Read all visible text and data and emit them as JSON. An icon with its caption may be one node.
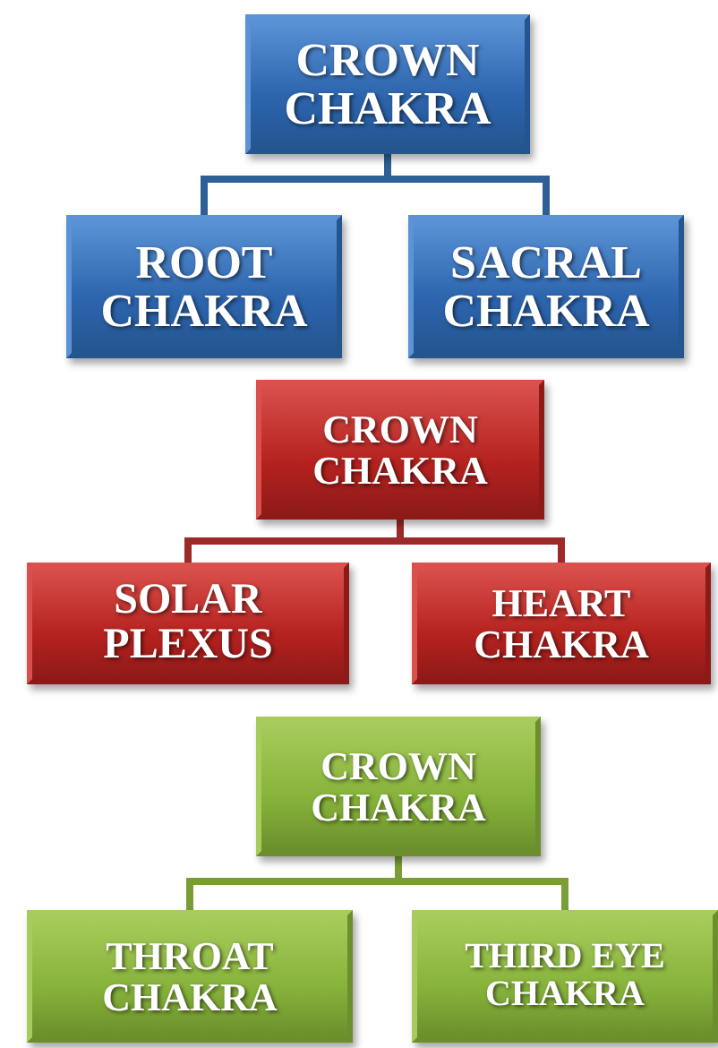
{
  "diagram": {
    "nodes": [
      {
        "text": [
          "CROWN CHAKRA"
        ]
      },
      {
        "text": [
          "ROOT CHAKRA"
        ]
      },
      {
        "text": [
          "SACRAL CHAKRA"
        ]
      },
      {
        "text": [
          "CROWN CHAKRA"
        ]
      },
      {
        "text": [
          "SOLAR PLEXUS"
        ]
      },
      {
        "text": [
          "HEART CHAKRA"
        ]
      },
      {
        "text": [
          "CROWN CHAKRA"
        ]
      },
      {
        "text": [
          "THROAT CHAKRA"
        ]
      },
      {
        "text": [
          "THIRD EYE CHAKRA"
        ]
      }
    ],
    "edges": [
      {
        "from": 0,
        "to": 1,
        "arrow": "none",
        "color": "#2e5f96"
      },
      {
        "from": 0,
        "to": 2,
        "arrow": "none",
        "color": "#2e5f96"
      },
      {
        "from": 3,
        "to": 4,
        "arrow": "none",
        "color": "#9c2a28"
      },
      {
        "from": 3,
        "to": 5,
        "arrow": "none",
        "color": "#9c2a28"
      },
      {
        "from": 6,
        "to": 7,
        "arrow": "none",
        "color": "#7a9e35"
      },
      {
        "from": 6,
        "to": 8,
        "arrow": "none",
        "color": "#7a9e35"
      }
    ]
  }
}
